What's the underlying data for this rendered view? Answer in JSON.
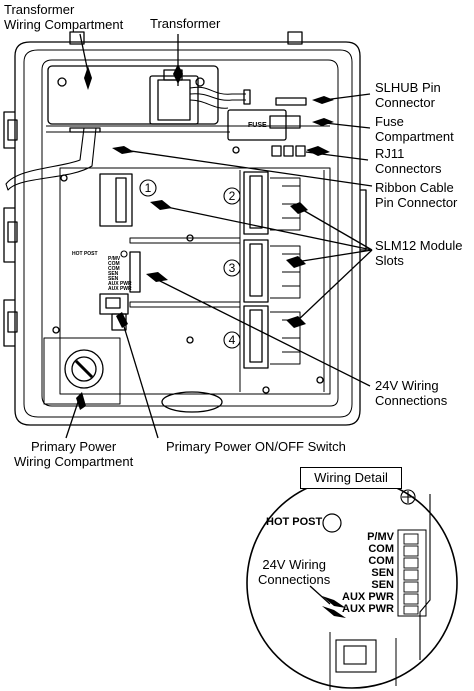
{
  "callouts": {
    "transformer_wiring_compartment": "Transformer\nWiring Compartment",
    "transformer": "Transformer",
    "slhub_pin_connector": "SLHUB Pin\nConnector",
    "fuse_compartment": "Fuse\nCompartment",
    "rj11_connectors": "RJ11\nConnectors",
    "ribbon_cable_pin_connector": "Ribbon Cable\nPin Connector",
    "slm12_module_slots": "SLM12 Module\nSlots",
    "wiring_24v_connections": "24V Wiring\nConnections",
    "primary_power_wiring_compartment": "Primary Power\nWiring Compartment",
    "primary_power_switch": "Primary Power ON/OFF Switch"
  },
  "device": {
    "fuse_label": "FUSE",
    "hot_post_small": "HOT POST",
    "terminal_labels_small": [
      "P/MV",
      "COM",
      "COM",
      "SEN",
      "SEN",
      "AUX PWR",
      "AUX PWR"
    ],
    "slot_numbers": [
      "1",
      "2",
      "3",
      "4"
    ]
  },
  "detail": {
    "title": "Wiring Detail",
    "hot_post": "HOT POST",
    "wiring_24v": "24V Wiring\nConnections",
    "terminals": [
      "P/MV",
      "COM",
      "COM",
      "SEN",
      "SEN",
      "AUX PWR",
      "AUX PWR"
    ]
  }
}
